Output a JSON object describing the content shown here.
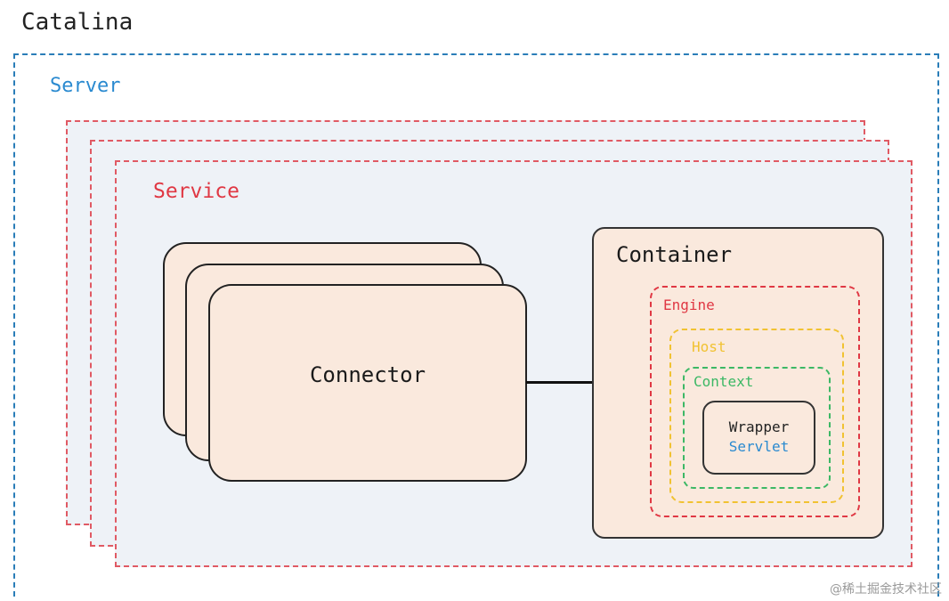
{
  "catalina": {
    "label": "Catalina",
    "color": "#222222"
  },
  "server": {
    "label": "Server",
    "color": "#2a8ad0"
  },
  "service": {
    "label": "Service",
    "color": "#e03844"
  },
  "connector": {
    "label": "Connector"
  },
  "container": {
    "label": "Container",
    "engine": {
      "label": "Engine",
      "color": "#e03844"
    },
    "host": {
      "label": "Host",
      "color": "#f1c232"
    },
    "context": {
      "label": "Context",
      "color": "#3cb865"
    },
    "wrapper": {
      "label": "Wrapper",
      "servlet_label": "Servlet",
      "servlet_color": "#2a8ad0"
    }
  },
  "watermark": "@稀土掘金技术社区"
}
